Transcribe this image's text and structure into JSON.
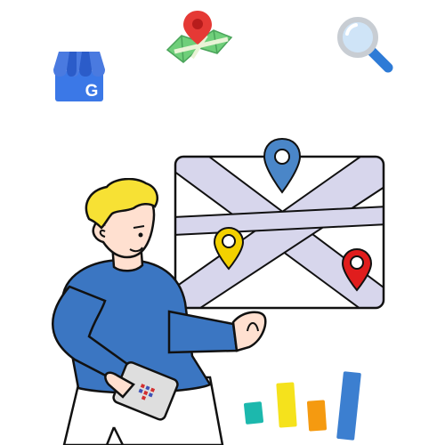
{
  "icons": {
    "business_profile": {
      "name": "google-business-profile-icon",
      "letter": "G",
      "colors": {
        "roof": "#4a7ae0",
        "stripe": "#2b5cc9",
        "body": "#3b78e7"
      }
    },
    "map_pin_map": {
      "name": "folded-map-with-pin-icon",
      "colors": {
        "map": "#6fcf7a",
        "road": "#e9f3d6",
        "pin": "#e53935"
      }
    },
    "magnifier": {
      "name": "magnifying-glass-icon",
      "colors": {
        "rim": "#c8cdd3",
        "lens": "#cfe4f7",
        "handle": "#2e7bd6"
      }
    }
  },
  "map_card": {
    "colors": {
      "fill": "#ffffff",
      "road": "#d7d6ec",
      "stroke": "#111111"
    },
    "pins": [
      {
        "name": "blue-location-pin",
        "color": "#4a86c8"
      },
      {
        "name": "yellow-location-pin",
        "color": "#f3d100"
      },
      {
        "name": "red-location-pin",
        "color": "#e01d1d"
      }
    ]
  },
  "person": {
    "colors": {
      "hair": "#f7e134",
      "skin": "#ffe0d0",
      "shirt": "#3b76c2",
      "pants": "#ffffff"
    }
  },
  "tablet": {
    "colors": {
      "body": "#dedede",
      "logo_a": "#d32f2f",
      "logo_b": "#3f51b5"
    }
  },
  "bar_chart": {
    "bars": [
      {
        "name": "bar-teal",
        "color": "#1cb8ad"
      },
      {
        "name": "bar-yellow",
        "color": "#f5e21c"
      },
      {
        "name": "bar-orange",
        "color": "#f59a10"
      },
      {
        "name": "bar-blue",
        "color": "#3c7fd0"
      }
    ]
  }
}
